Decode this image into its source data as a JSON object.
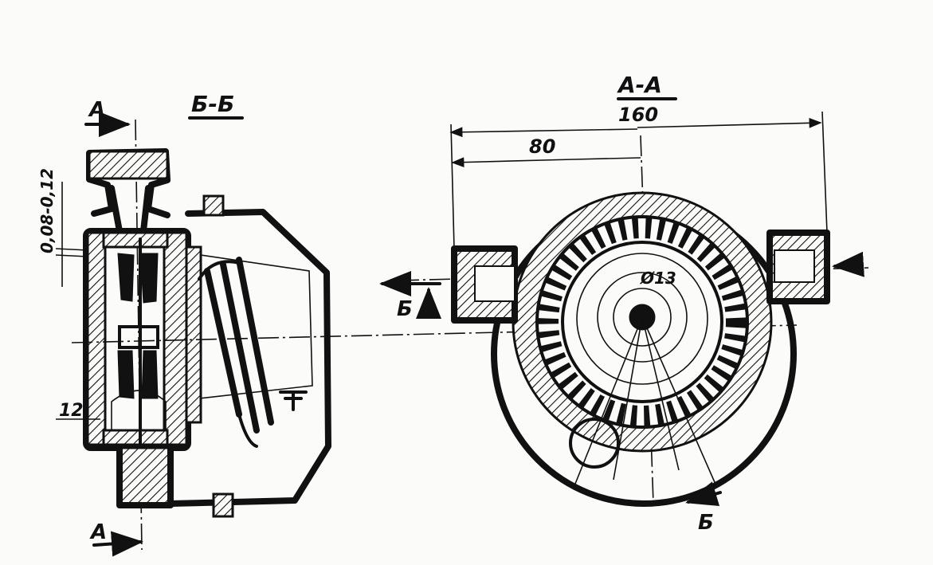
{
  "sections": {
    "left_title": "Б-Б",
    "right_title": "А-А",
    "cut_marker_a": "А",
    "cut_marker_b": "Б"
  },
  "dimensions": {
    "overall_width": "160",
    "half_width": "80",
    "gap_tolerance": "0,08-0,12",
    "axial_size": "12",
    "diameter": "Ø13"
  }
}
